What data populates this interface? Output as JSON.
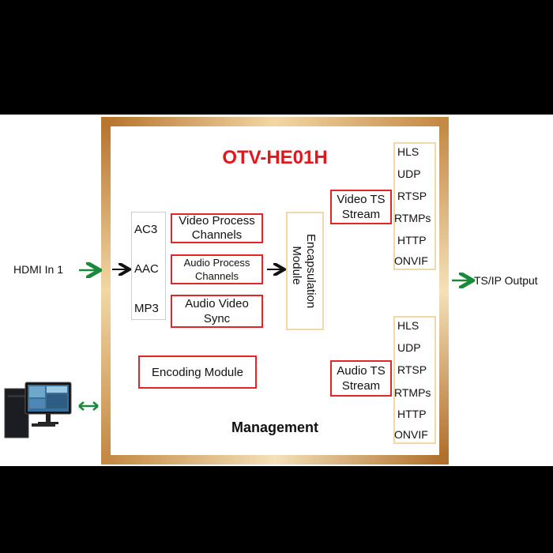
{
  "title": "OTV-HE01H",
  "input": {
    "label": "HDMI In 1"
  },
  "output": {
    "label": "TS/IP Output"
  },
  "audio_formats": [
    "AC3",
    "AAC",
    "MP3"
  ],
  "process_blocks": {
    "video_process": "Video Process Channels",
    "audio_process": "Audio Process Channels",
    "av_sync": "Audio Video Sync"
  },
  "encapsulation": "Encapsulation Module",
  "encoding": "Encoding Module",
  "management": "Management",
  "streams": {
    "video": "Video TS Stream",
    "audio": "Audio TS Stream"
  },
  "protocols_video": [
    "HLS",
    "UDP",
    "RTSP",
    "RTMPs",
    "HTTP",
    "ONVIF"
  ],
  "protocols_audio": [
    "HLS",
    "UDP",
    "RTSP",
    "RTMPs",
    "HTTP",
    "ONVIF"
  ],
  "colors": {
    "title_red": "#e3161b",
    "box_red": "#e0262b",
    "arrow_green": "#1a8a3a",
    "frame_gold": "#c9924e"
  }
}
